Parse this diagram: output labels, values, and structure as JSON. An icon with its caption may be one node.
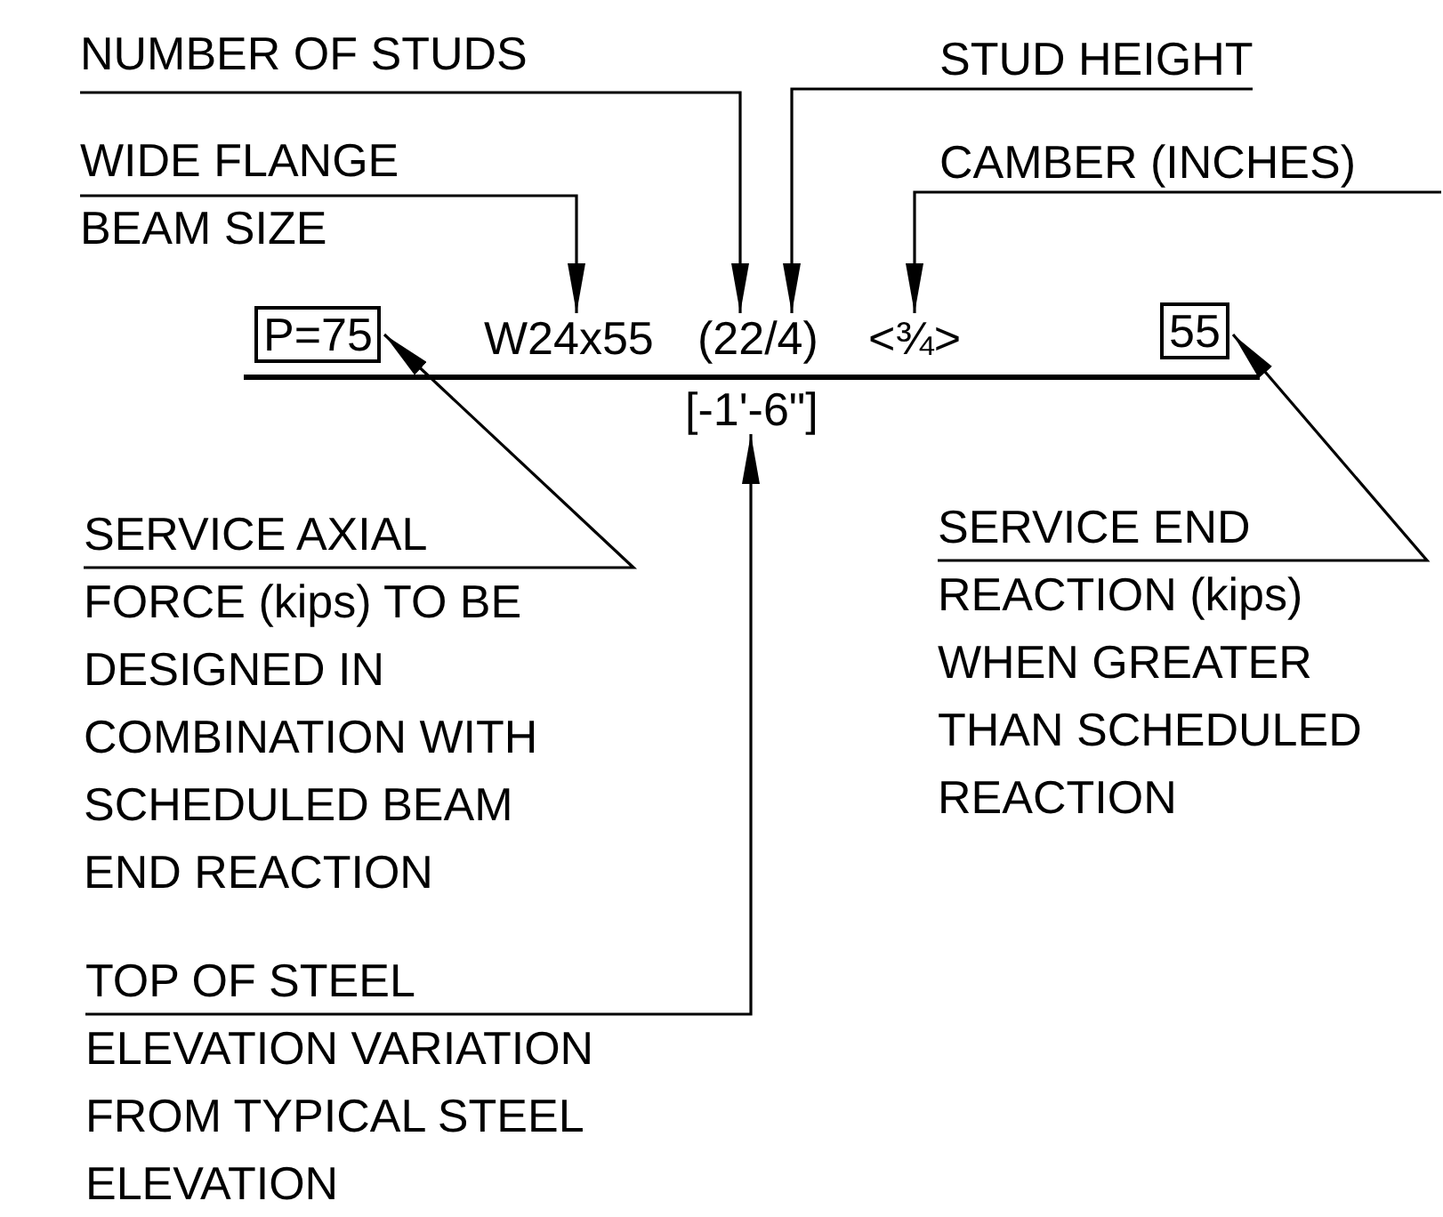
{
  "diagram": {
    "nodes": [
      {
        "text": [
          "NUMBER OF STUDS"
        ]
      },
      {
        "text": [
          "STUD HEIGHT"
        ]
      },
      {
        "text": [
          "WIDE FLANGE BEAM SIZE"
        ]
      },
      {
        "text": [
          "CAMBER (INCHES)"
        ]
      },
      {
        "text": [
          "P=75"
        ]
      },
      {
        "text": [
          "W24x55"
        ]
      },
      {
        "text": [
          "(22/4)"
        ]
      },
      {
        "text": [
          "<¾>"
        ]
      },
      {
        "text": [
          "55"
        ]
      },
      {
        "text": [
          "[-1'-6\"]"
        ]
      },
      {
        "text": [
          "SERVICE AXIAL FORCE (kips) TO BE DESIGNED IN COMBINATION WITH SCHEDULED BEAM END REACTION"
        ]
      },
      {
        "text": [
          "SERVICE END REACTION (kips) WHEN GREATER THAN SCHEDULED REACTION"
        ]
      },
      {
        "text": [
          "TOP OF STEEL ELEVATION VARIATION FROM TYPICAL STEEL ELEVATION"
        ]
      }
    ],
    "edges": [
      {
        "from": 2,
        "to": 5,
        "arrow": "to"
      },
      {
        "from": 0,
        "to": 6,
        "arrow": "to"
      },
      {
        "from": 1,
        "to": 6,
        "arrow": "to"
      },
      {
        "from": 3,
        "to": 7,
        "arrow": "to"
      },
      {
        "from": 10,
        "to": 4,
        "arrow": "to"
      },
      {
        "from": 11,
        "to": 8,
        "arrow": "to"
      },
      {
        "from": 12,
        "to": 9,
        "arrow": "to"
      }
    ]
  }
}
